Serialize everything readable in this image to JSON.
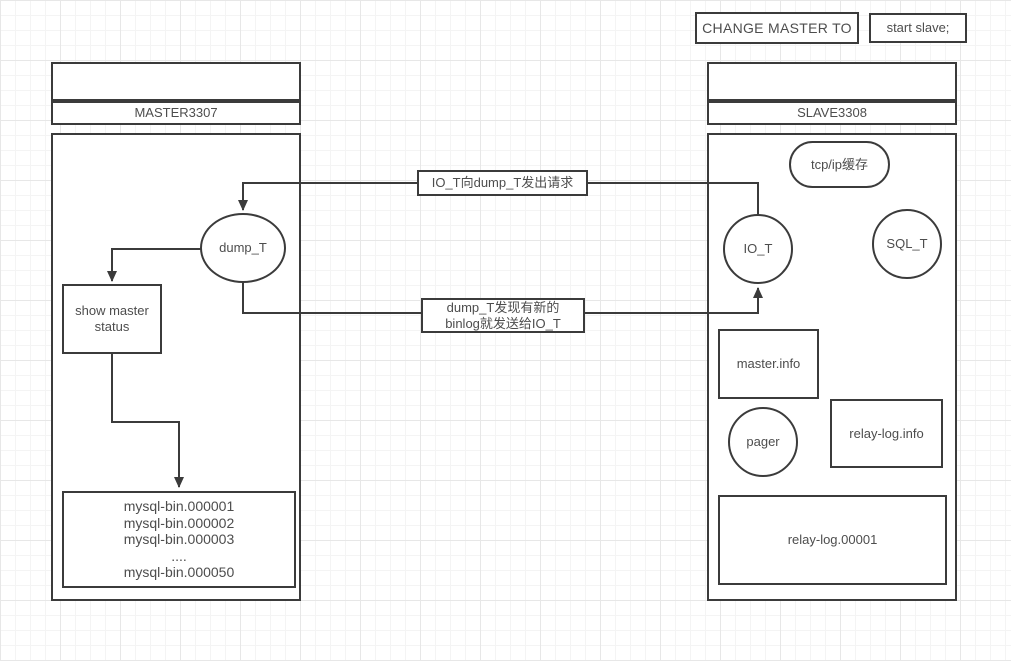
{
  "commands": {
    "change_master_to": "CHANGE MASTER TO",
    "start_slave": "start slave;"
  },
  "master": {
    "title": "MASTER3307",
    "dump_thread": "dump_T",
    "show_master_status": "show master status",
    "binlog_files": [
      "mysql-bin.000001",
      "mysql-bin.000002",
      "mysql-bin.000003",
      "....",
      "mysql-bin.000050"
    ]
  },
  "slave": {
    "title": "SLAVE3308",
    "tcpip_cache": "tcp/ip缓存",
    "io_thread": "IO_T",
    "sql_thread": "SQL_T",
    "master_info": "master.info",
    "pager": "pager",
    "relay_log_info": "relay-log.info",
    "relay_log_file": "relay-log.00001"
  },
  "connectors": {
    "io_request": {
      "label": "IO_T向dump_T发出请求"
    },
    "binlog_push": {
      "label_line1": "dump_T发现有新的",
      "label_line2": "binlog就发送给IO_T"
    }
  },
  "colors": {
    "stroke": "#3b3b3b",
    "text": "#4d4d4d",
    "grid_minor": "#f4f4f4",
    "grid_major": "#e7e7e7",
    "canvas_bg": "#ffffff"
  }
}
